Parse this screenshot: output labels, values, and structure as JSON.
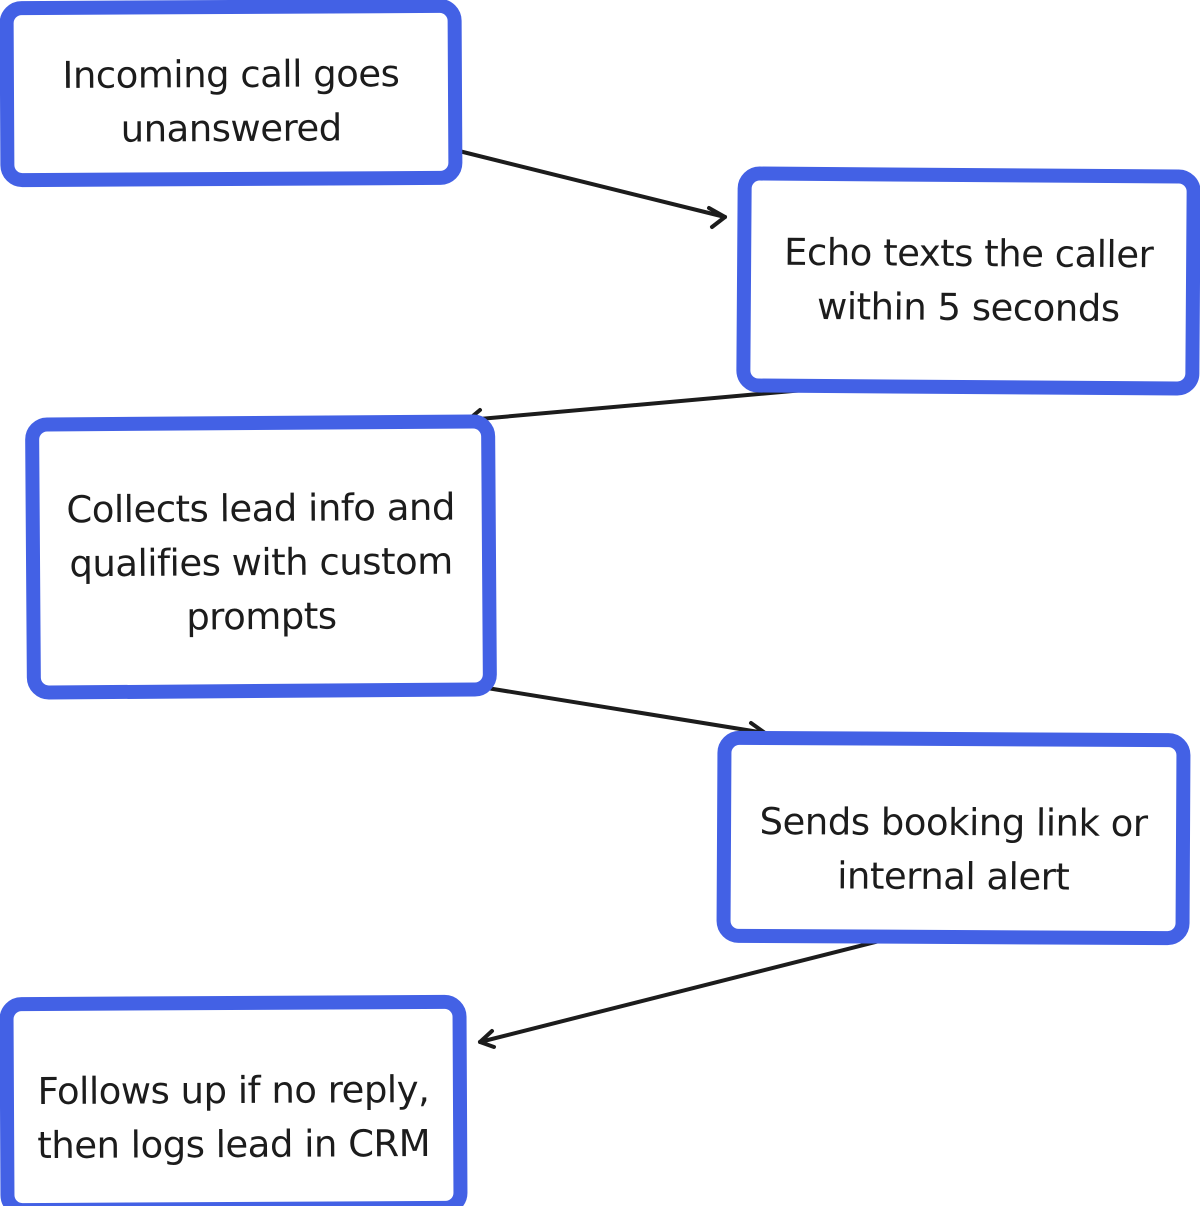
{
  "diagram": {
    "type": "flowchart",
    "accent_color": "#4361e5",
    "arrow_color": "#1c1c1c",
    "nodes": [
      {
        "id": "step-1",
        "label": "Incoming call goes\nunanswered"
      },
      {
        "id": "step-2",
        "label": "Echo texts the caller\nwithin 5 seconds"
      },
      {
        "id": "step-3",
        "label": "Collects lead info and\nqualifies with custom\nprompts"
      },
      {
        "id": "step-4",
        "label": "Sends booking link or\ninternal alert"
      },
      {
        "id": "step-5",
        "label": "Follows up if no reply,\nthen logs lead in CRM"
      }
    ],
    "edges": [
      {
        "from": "step-1",
        "to": "step-2"
      },
      {
        "from": "step-2",
        "to": "step-3"
      },
      {
        "from": "step-3",
        "to": "step-4"
      },
      {
        "from": "step-4",
        "to": "step-5"
      }
    ]
  }
}
